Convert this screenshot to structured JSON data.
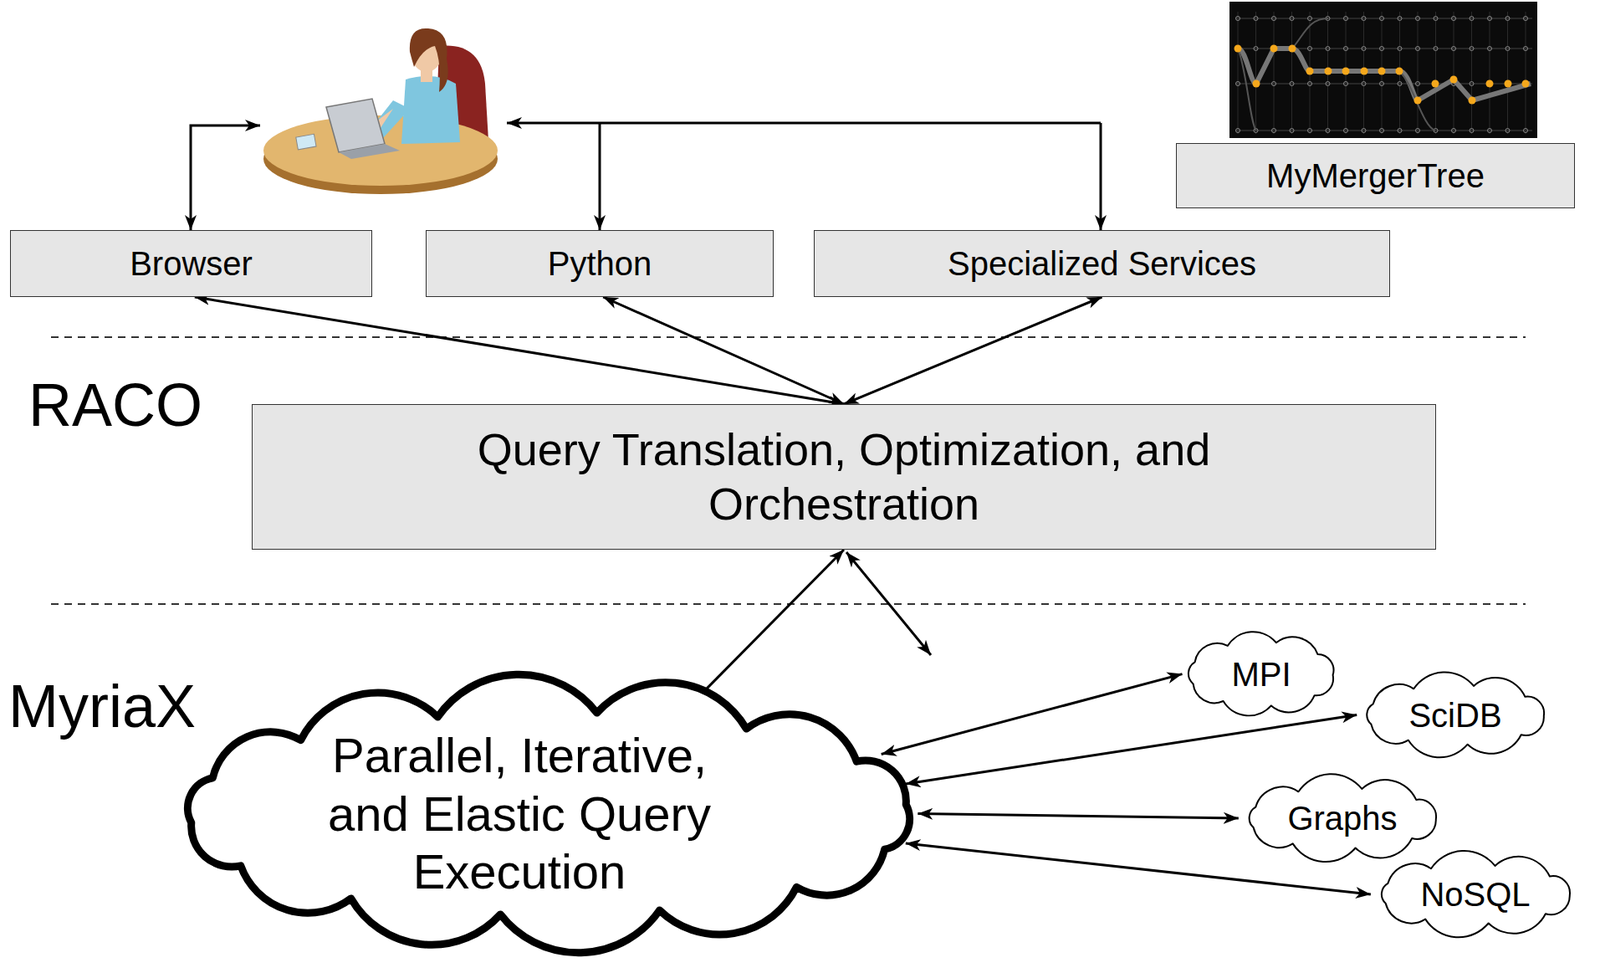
{
  "diagram": {
    "nodes": [
      {
        "text": [
          "Browser"
        ]
      },
      {
        "text": [
          "Python"
        ]
      },
      {
        "text": [
          "Specialized Services"
        ]
      },
      {
        "text": [
          "MyMergerTree"
        ]
      },
      {
        "text": [
          "Query Translation, Optimization, and Orchestration"
        ]
      },
      {
        "text": [
          "Parallel, Iterative, and Elastic Query Execution"
        ]
      },
      {
        "text": [
          "MPI"
        ]
      },
      {
        "text": [
          "SciDB"
        ]
      },
      {
        "text": [
          "Graphs"
        ]
      },
      {
        "text": [
          "NoSQL"
        ]
      }
    ],
    "edges": [
      {
        "from": 0,
        "to": 4,
        "arrow": "both"
      },
      {
        "from": 1,
        "to": 4,
        "arrow": "both"
      },
      {
        "from": 2,
        "to": 4,
        "arrow": "both"
      },
      {
        "from": 4,
        "to": 5,
        "arrow": "both"
      },
      {
        "from": 5,
        "to": 6,
        "arrow": "both"
      },
      {
        "from": 5,
        "to": 7,
        "arrow": "both"
      },
      {
        "from": 5,
        "to": 8,
        "arrow": "both"
      },
      {
        "from": 5,
        "to": 9,
        "arrow": "both"
      }
    ],
    "labels": [
      "RACO",
      "MyriaX"
    ]
  }
}
